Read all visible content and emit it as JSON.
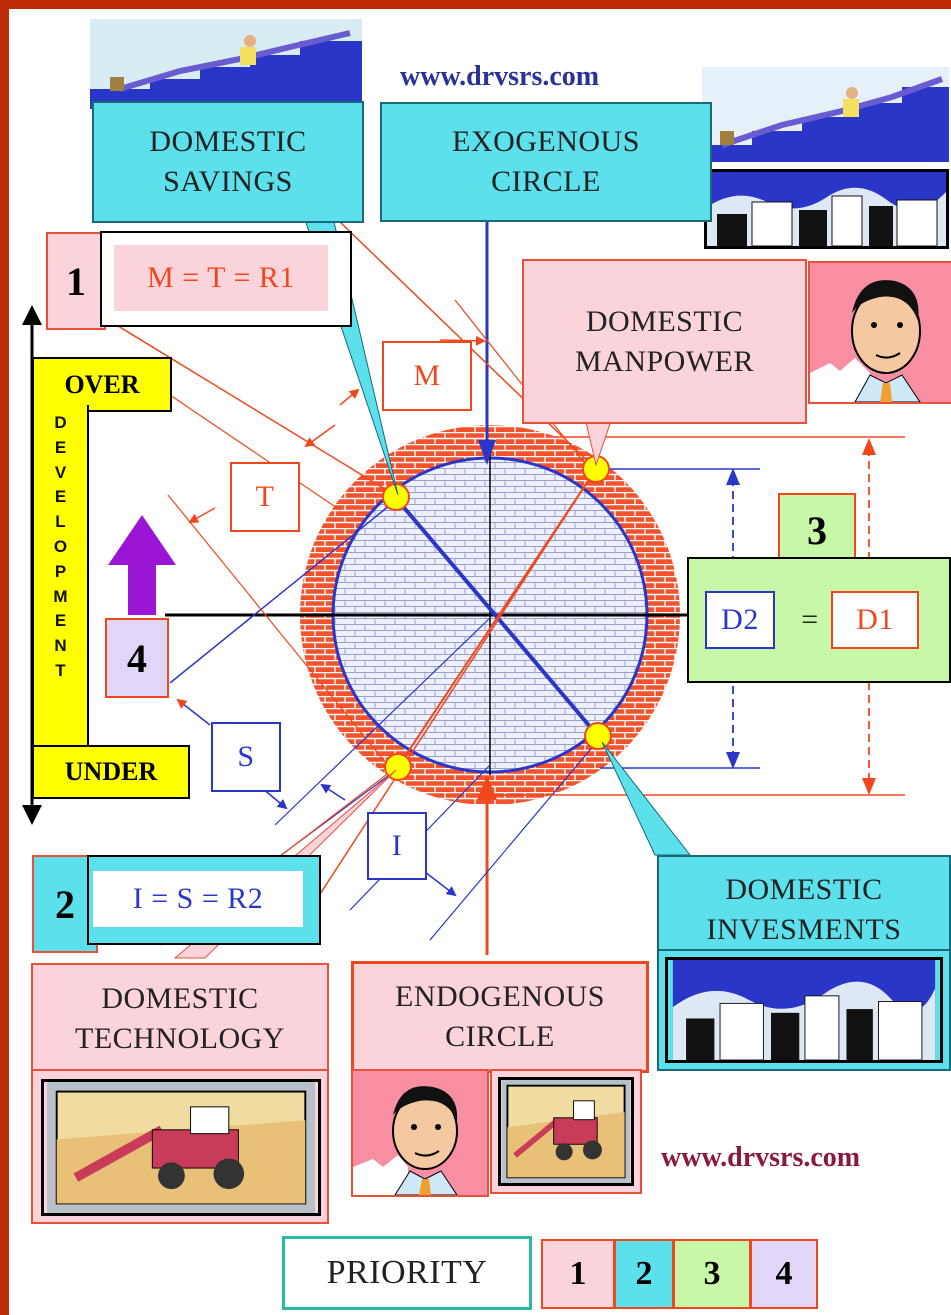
{
  "header": {
    "url_top": "www.drvsrs.com",
    "url_bottom": "www.drvsrs.com"
  },
  "labels": {
    "domestic_savings": [
      "DOMESTIC",
      "SAVINGS"
    ],
    "exogenous_circle": [
      "EXOGENOUS",
      "CIRCLE"
    ],
    "domestic_manpower": [
      "DOMESTIC",
      "MANPOWER"
    ],
    "domestic_invesments": [
      "DOMESTIC",
      "INVESMENTS"
    ],
    "domestic_technology": [
      "DOMESTIC",
      "TECHNOLOGY"
    ],
    "endogenous_circle": [
      "ENDOGENOUS",
      "CIRCLE"
    ]
  },
  "equations": {
    "eq1_number": "1",
    "eq1": "M = T = R1",
    "eq2_number": "2",
    "eq2": "I = S = R2",
    "eq3_number": "3",
    "d2": "D2",
    "equals": "=",
    "d1": "D1",
    "eq4_number": "4"
  },
  "markers": {
    "m": "M",
    "t": "T",
    "s": "S",
    "i": "I"
  },
  "development_scale": {
    "over": "OVER",
    "under": "UNDER",
    "letters": [
      "D",
      "E",
      "V",
      "E",
      "L",
      "O",
      "P",
      "M",
      "E",
      "N",
      "T"
    ]
  },
  "priority": {
    "label": "PRIORITY",
    "items": [
      {
        "number": "1",
        "color": "#fbd3db"
      },
      {
        "number": "2",
        "color": "#5ce0ec"
      },
      {
        "number": "3",
        "color": "#c9f7a8"
      },
      {
        "number": "4",
        "color": "#e2d6f8"
      }
    ]
  },
  "colors": {
    "frame": "#c02c0a",
    "red": "#f0481e",
    "blue": "#2a36c8",
    "cyan": "#5ce0ec",
    "pink": "#fbd3db",
    "green": "#c9f7a8",
    "lavender": "#e2d6f8",
    "yellow": "#ffff00",
    "navy_url": "#2a3198",
    "maroon_url": "#8a1840"
  },
  "icons": [
    "businessman-stairs-clipart-icon",
    "city-skyline-icon",
    "businessman-portrait-icon",
    "harvester-tractor-icon"
  ]
}
